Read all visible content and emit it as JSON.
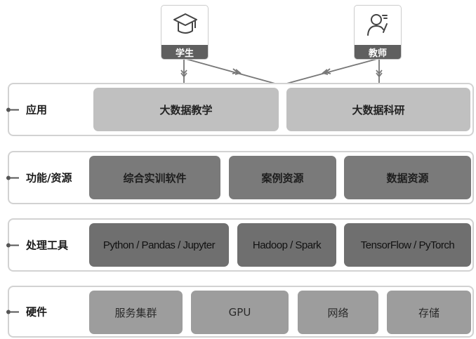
{
  "roles": [
    {
      "label": "学生",
      "icon": "graduation-cap-icon"
    },
    {
      "label": "教师",
      "icon": "teacher-icon"
    }
  ],
  "layers": [
    {
      "label": "应用",
      "items": [
        "大数据教学",
        "大数据科研"
      ]
    },
    {
      "label": "功能/资源",
      "items": [
        "综合实训软件",
        "案例资源",
        "数据资源"
      ]
    },
    {
      "label": "处理工具",
      "items": [
        "Python / Pandas / Jupyter",
        "Hadoop / Spark",
        "TensorFlow / PyTorch"
      ]
    },
    {
      "label": "硬件",
      "items": [
        "服务集群",
        "GPU",
        "网络",
        "存储"
      ]
    }
  ],
  "colors": {
    "application": "#c0c0c0",
    "function": "#7a7a7a",
    "tools": "#6f6f6f",
    "hardware": "#9d9d9d",
    "role_caption": "#5f5f5f"
  }
}
